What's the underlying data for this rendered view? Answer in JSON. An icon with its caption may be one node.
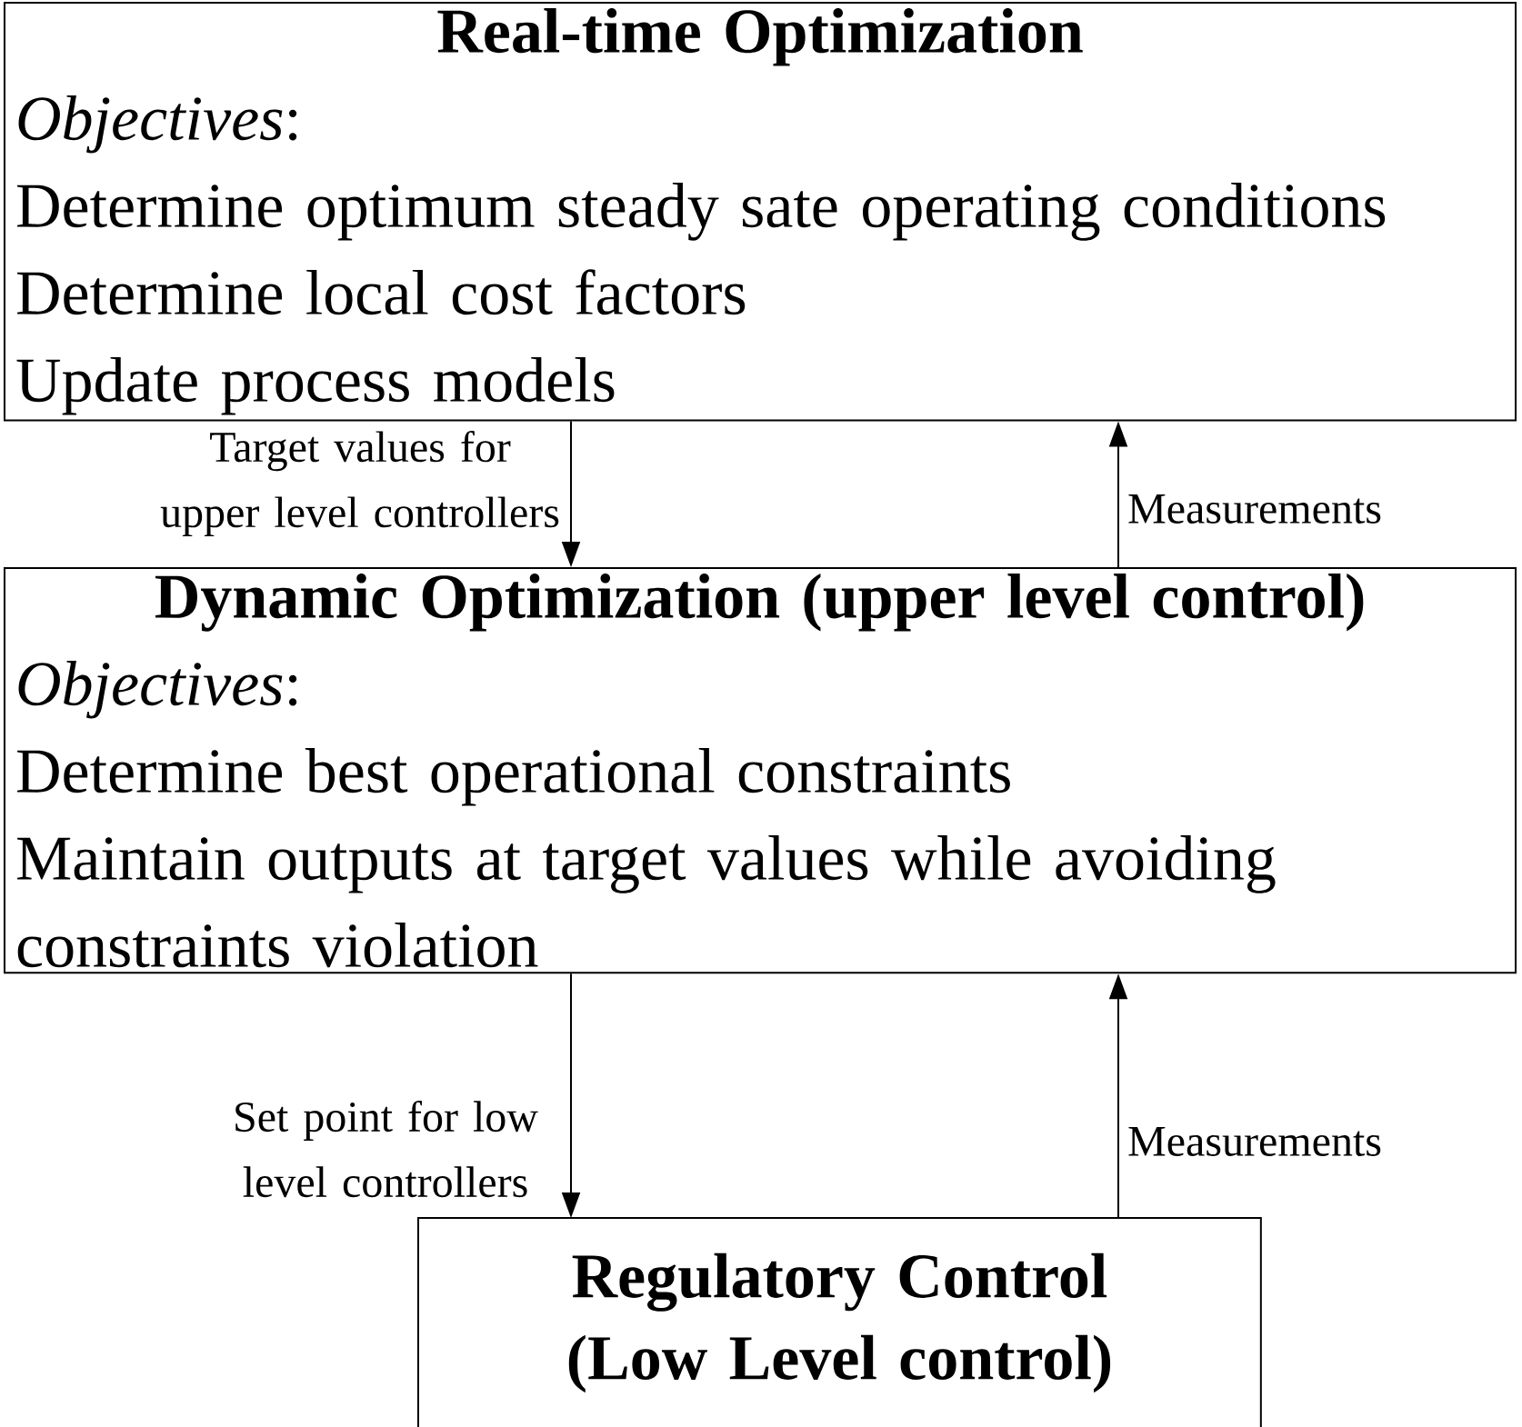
{
  "diagram": {
    "nodes": [
      {
        "text": [
          "Real-time Optimization",
          "*Objectives*:",
          "Determine optimum steady sate operating conditions",
          "Determine local cost factors",
          "Update process models"
        ]
      },
      {
        "text": [
          "Dynamic Optimization (upper level control)",
          "*Objectives*:",
          "Determine best operational constraints",
          "Maintain outputs at target values while avoiding constraints violation"
        ]
      },
      {
        "text": [
          "Regulatory Control (Low Level control)"
        ]
      }
    ],
    "edges": [
      {
        "from": 0,
        "to": 1,
        "arrow": "to",
        "label": "Target values for upper level controllers"
      },
      {
        "from": 1,
        "to": 0,
        "arrow": "to",
        "label": "Measurements"
      },
      {
        "from": 1,
        "to": 2,
        "arrow": "to",
        "label": "Set point for low level controllers"
      },
      {
        "from": 2,
        "to": 1,
        "arrow": "to",
        "label": "Measurements"
      }
    ]
  }
}
